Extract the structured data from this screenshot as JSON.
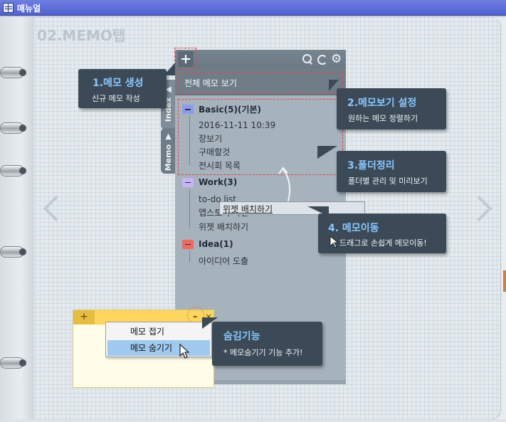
{
  "window": {
    "title": "매뉴얼"
  },
  "page": {
    "title": "02.MEMO탭"
  },
  "panel": {
    "view_all_label": "전체 메모 보기",
    "side_tabs": [
      "Index ▶",
      "Memo ▼"
    ],
    "folders": [
      {
        "name": "Basic(5)(기본)",
        "color": "#8a9bf0",
        "items": [
          "2016-11-11  10:39",
          "장보기",
          "구매할것",
          "전시회 목록"
        ]
      },
      {
        "name": "Work(3)",
        "color": "#c5b5f5",
        "items": [
          "to-do list",
          "앱스토어 확인",
          "위젯 배치하기"
        ]
      },
      {
        "name": "Idea(1)",
        "color": "#ef6a5a",
        "items": [
          "아이디어 도출"
        ]
      }
    ],
    "drag_item": "위젯 배치하기"
  },
  "callouts": {
    "create": {
      "title": "1.메모 생성",
      "desc": "신규 메모 작성"
    },
    "view": {
      "title": "2.메모보기 설정",
      "desc": "원하는 메모 정렬하기"
    },
    "folder": {
      "title": "3.폴더정리",
      "desc": "폴더별 관리 및 미리보기"
    },
    "move": {
      "title": "4. 메모이동",
      "desc": "드래그로 손쉽게 메모이동!"
    },
    "hide": {
      "title": "숨김기능",
      "desc": "* 메모숨기기 기능 추가!"
    }
  },
  "sticky": {
    "add_label": "+",
    "min_label": "–",
    "close_label": "×",
    "menu": [
      "메모 접기",
      "메모 숨기기"
    ],
    "highlighted_index": 1
  },
  "colors": {
    "callout_bg": "#3b4a56",
    "callout_title": "#8ac7ff",
    "highlight": "#e14848"
  }
}
